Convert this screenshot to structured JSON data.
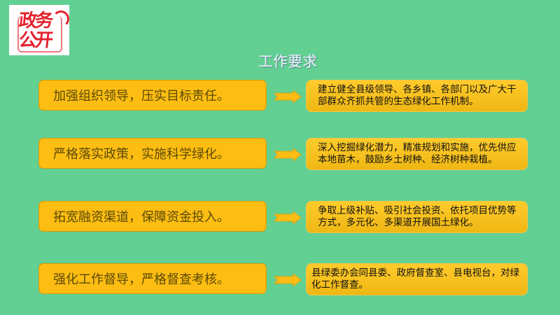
{
  "logo": {
    "line1": "政务",
    "line2": "公开"
  },
  "title": "工作要求",
  "rows": [
    {
      "left": "加强组织领导，压实目标责任。",
      "right": "建立健全县级领导、各乡镇、各部门以及广大干部群众齐抓共管的生态绿化工作机制。"
    },
    {
      "left": "严格落实政策，实施科学绿化。",
      "right": "深入挖掘绿化潜力，精准规划和实施，优先供应本地苗木，鼓励乡土树种、经济树种栽植。"
    },
    {
      "left": "拓宽融资渠道，保障资金投入。",
      "right": "争取上级补贴、吸引社会投资、依托项目优势等方式，多元化、多渠道开展国土绿化。"
    },
    {
      "left": "强化工作督导，严格督查考核。",
      "right": "县绿委办会同县委、政府督查室、县电视台，对绿化工作督查。"
    }
  ]
}
